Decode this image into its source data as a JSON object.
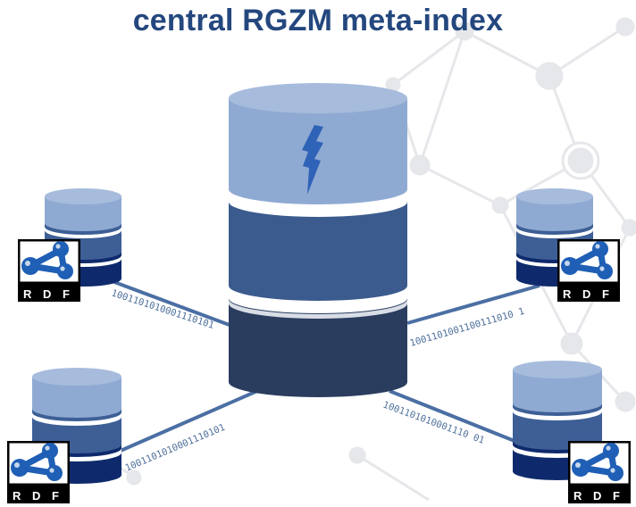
{
  "title": "central RGZM meta-index",
  "links": [
    {
      "id": "top-left",
      "bits": "1001101010001110101"
    },
    {
      "id": "top-right",
      "bits": "1001101001100111010 1"
    },
    {
      "id": "bottom-left",
      "bits": "1001101010001110101"
    },
    {
      "id": "bottom-right",
      "bits": "1001101010001110 01"
    }
  ],
  "rdf_logo": {
    "letters": [
      "R",
      "D",
      "F"
    ]
  },
  "colors": {
    "title": "#24477e",
    "central_top": "#8faad2",
    "central_middle": "#3b5b8e",
    "central_bottom": "#2a3d5e",
    "small_top": "#8faad2",
    "small_middle": "#3d5f96",
    "small_bottom": "#0f2a6c",
    "link_line": "#4b6fa3",
    "rdf_blue": "#1f5fb5",
    "network_bg": "#e6e7ea"
  }
}
